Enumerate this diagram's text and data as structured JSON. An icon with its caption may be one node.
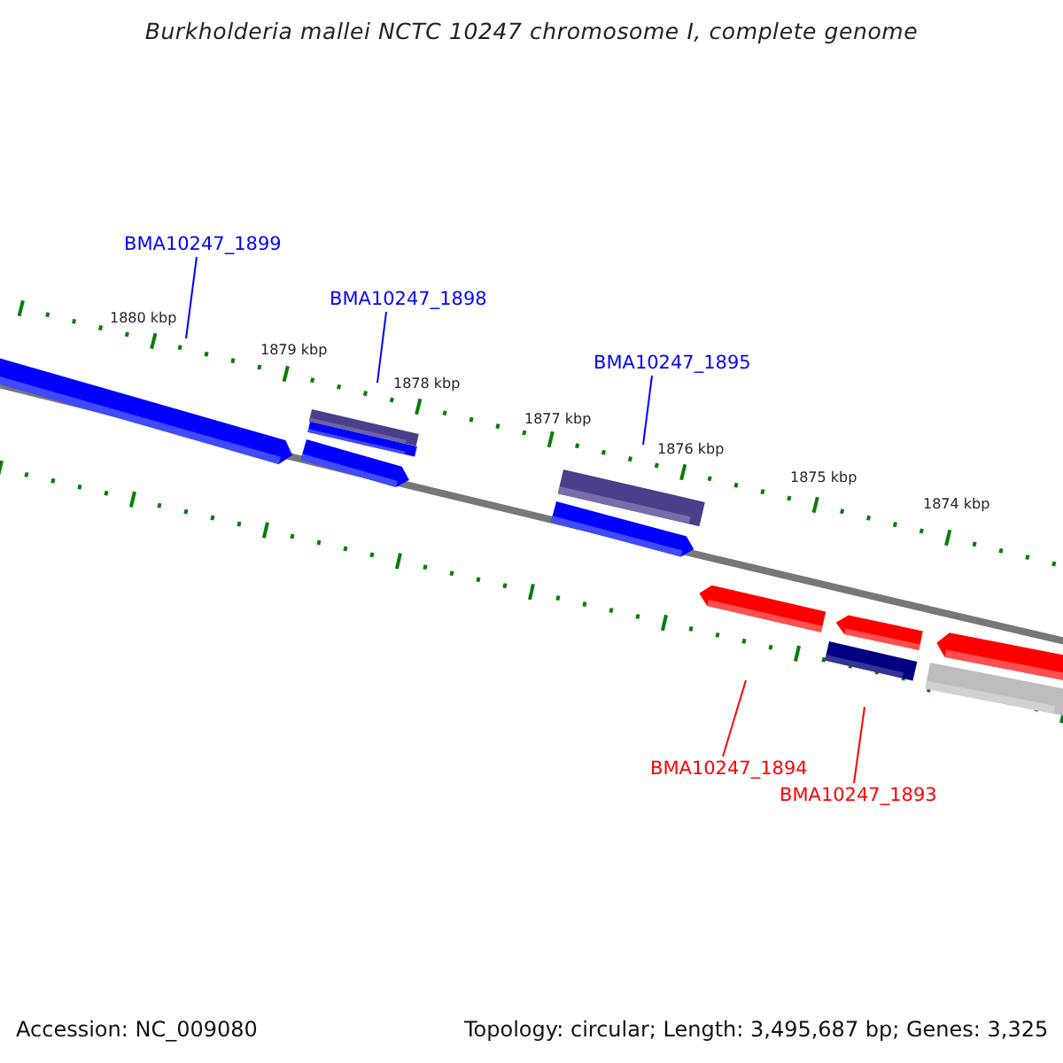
{
  "diagram": {
    "title": "Burkholderia mallei NCTC 10247 chromosome I, complete genome",
    "nodes": [
      {
        "text": [
          "BMA10247_1899"
        ]
      },
      {
        "text": [
          "BMA10247_1898"
        ]
      },
      {
        "text": [
          "BMA10247_1895"
        ]
      },
      {
        "text": [
          "BMA10247_1894"
        ]
      },
      {
        "text": [
          "BMA10247_1893"
        ]
      }
    ],
    "edges": [
      {
        "from": 0,
        "to": null,
        "arrow": "none"
      },
      {
        "from": 1,
        "to": null,
        "arrow": "none"
      },
      {
        "from": 2,
        "to": null,
        "arrow": "none"
      },
      {
        "from": 3,
        "to": null,
        "arrow": "none",
        "color": "#ff0000"
      },
      {
        "from": 4,
        "to": null,
        "arrow": "none",
        "color": "#ff0000"
      }
    ],
    "labels": [
      "1880 kbp",
      "1879 kbp",
      "1878 kbp",
      "1877 kbp",
      "1876 kbp",
      "1875 kbp",
      "1874 kbp",
      "Accession: NC_009080",
      "Topology: circular; Length: 3,495,687 bp; Genes: 3,325"
    ]
  }
}
